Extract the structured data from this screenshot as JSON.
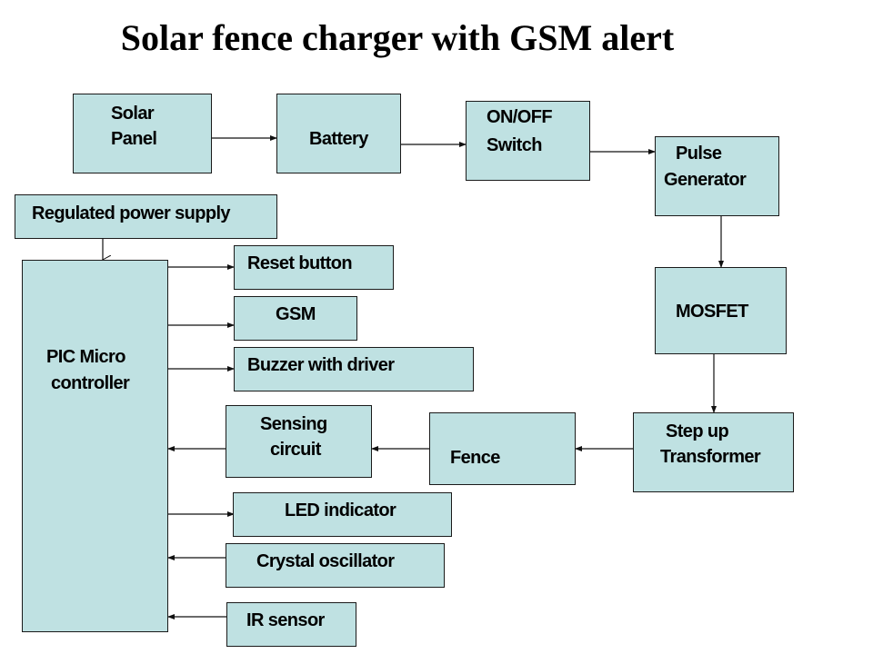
{
  "title": "Solar fence charger with GSM alert",
  "colors": {
    "box_fill": "#bfe1e2",
    "box_border": "#1a1a1a",
    "arrow": "#111111"
  },
  "blocks": {
    "solar_panel": {
      "line1": "Solar",
      "line2": "Panel"
    },
    "battery": {
      "line1": "Battery"
    },
    "on_off_switch": {
      "line1": "ON/OFF",
      "line2": "Switch"
    },
    "pulse_generator": {
      "line1": "Pulse",
      "line2": "Generator"
    },
    "regulated_power_supply": {
      "line1": "Regulated power supply"
    },
    "pic_microcontroller": {
      "line1": "PIC Micro",
      "line2": "controller"
    },
    "reset_button": {
      "line1": "Reset button"
    },
    "gsm": {
      "line1": "GSM"
    },
    "buzzer": {
      "line1": "Buzzer with driver"
    },
    "mosfet": {
      "line1": "MOSFET"
    },
    "sensing_circuit": {
      "line1": "Sensing",
      "line2": "circuit"
    },
    "fence": {
      "line1": "Fence"
    },
    "step_up_transformer": {
      "line1": "Step up",
      "line2": "Transformer"
    },
    "led_indicator": {
      "line1": "LED indicator"
    },
    "crystal_oscillator": {
      "line1": "Crystal oscillator"
    },
    "ir_sensor": {
      "line1": "IR sensor"
    }
  },
  "connections": [
    {
      "from": "Solar Panel",
      "to": "Battery"
    },
    {
      "from": "Battery",
      "to": "ON/OFF Switch"
    },
    {
      "from": "ON/OFF Switch",
      "to": "Pulse Generator"
    },
    {
      "from": "Pulse Generator",
      "to": "MOSFET"
    },
    {
      "from": "MOSFET",
      "to": "Step up Transformer"
    },
    {
      "from": "Step up Transformer",
      "to": "Fence"
    },
    {
      "from": "Fence",
      "to": "Sensing circuit"
    },
    {
      "from": "Sensing circuit",
      "to": "PIC Micro controller"
    },
    {
      "from": "Regulated power supply",
      "to": "PIC Micro controller"
    },
    {
      "from": "PIC Micro controller",
      "to": "Reset button"
    },
    {
      "from": "PIC Micro controller",
      "to": "GSM"
    },
    {
      "from": "PIC Micro controller",
      "to": "Buzzer with driver"
    },
    {
      "from": "PIC Micro controller",
      "to": "LED indicator"
    },
    {
      "from": "Crystal oscillator",
      "to": "PIC Micro controller"
    },
    {
      "from": "IR sensor",
      "to": "PIC Micro controller"
    }
  ]
}
